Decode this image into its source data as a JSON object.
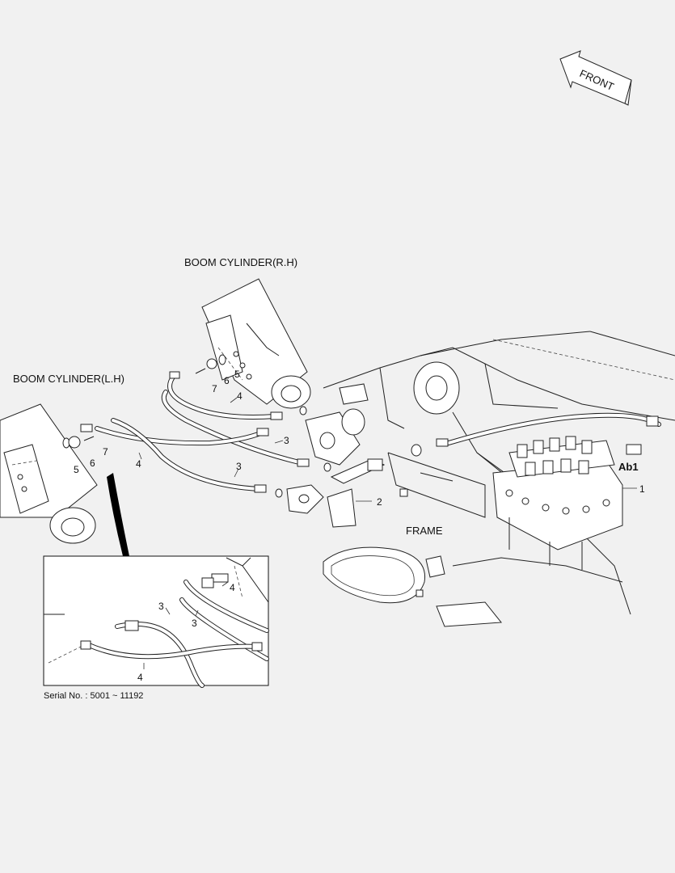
{
  "front_arrow": {
    "label": "FRONT"
  },
  "labels": {
    "boom_rh": "BOOM CYLINDER(R.H)",
    "boom_lh": "BOOM CYLINDER(L.H)",
    "frame": "FRAME",
    "ab1": "Ab1"
  },
  "callouts": {
    "p1": "1",
    "p2": "2",
    "p3a": "3",
    "p3b": "3",
    "p4a": "4",
    "p4b": "4",
    "p5a": "5",
    "p5b": "5",
    "p6a": "6",
    "p6b": "6",
    "p7a": "7",
    "p7b": "7"
  },
  "inset": {
    "p3a": "3",
    "p3b": "3",
    "p4a": "4",
    "p4b": "4"
  },
  "serial": "Serial No. : 5001 ~ 11192"
}
